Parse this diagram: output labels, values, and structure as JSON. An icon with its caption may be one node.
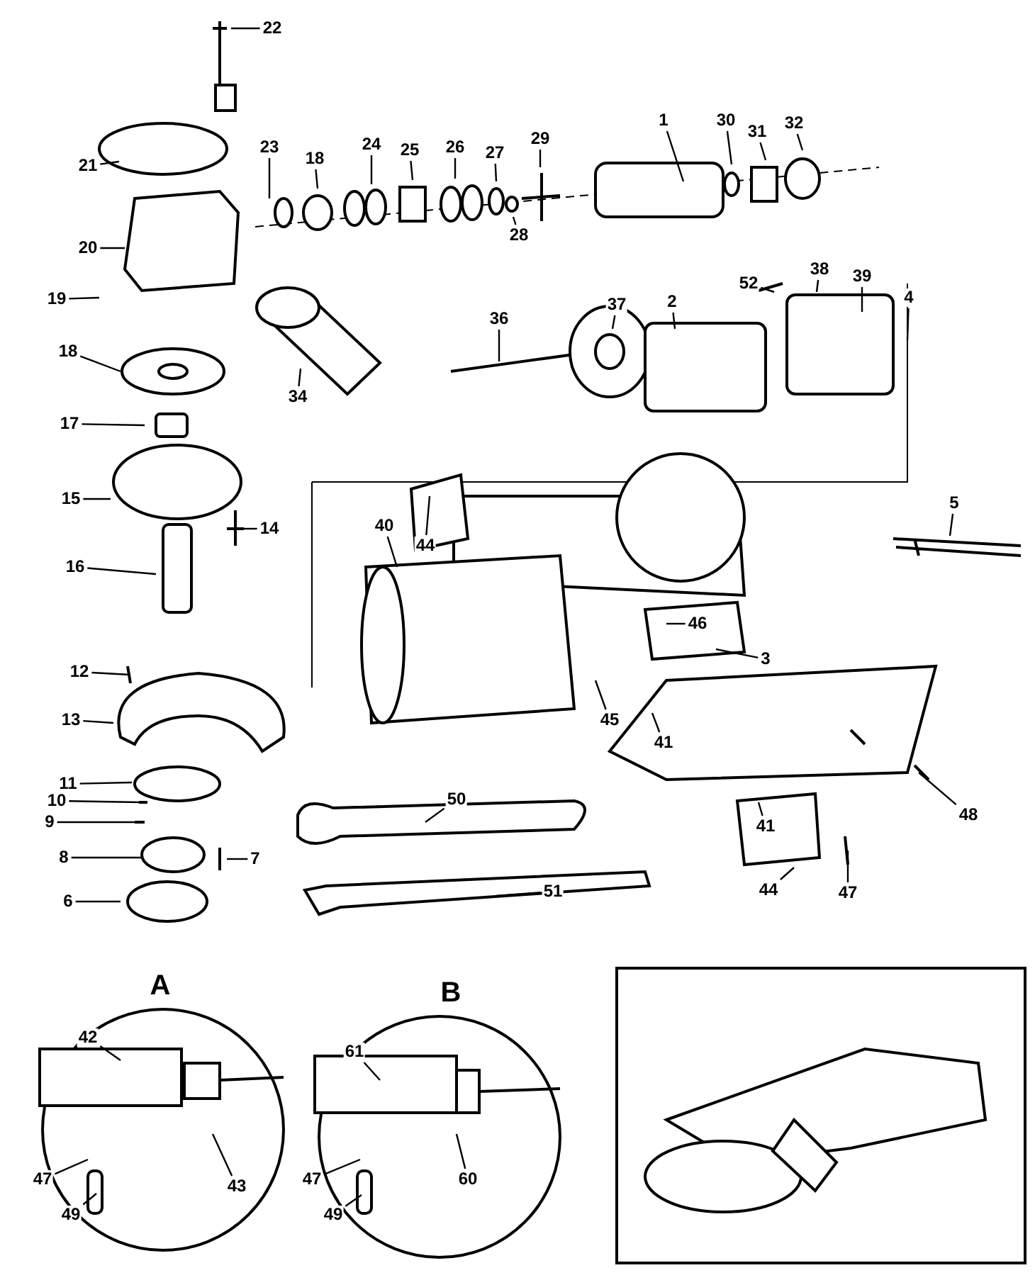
{
  "diagram": {
    "nodes": [
      {
        "text": [
          "22"
        ]
      },
      {
        "text": [
          "1"
        ]
      },
      {
        "text": [
          "32"
        ]
      },
      {
        "text": [
          "30"
        ]
      },
      {
        "text": [
          "24"
        ]
      },
      {
        "text": [
          "26"
        ]
      },
      {
        "text": [
          "29"
        ]
      },
      {
        "text": [
          "23"
        ]
      },
      {
        "text": [
          "31"
        ]
      },
      {
        "text": [
          "21"
        ]
      },
      {
        "text": [
          "27"
        ]
      },
      {
        "text": [
          "25"
        ]
      },
      {
        "text": [
          "18"
        ]
      },
      {
        "text": [
          "28"
        ]
      },
      {
        "text": [
          "20"
        ]
      },
      {
        "text": [
          "38"
        ]
      },
      {
        "text": [
          "39"
        ]
      },
      {
        "text": [
          "52"
        ]
      },
      {
        "text": [
          "19"
        ]
      },
      {
        "text": [
          "4"
        ]
      },
      {
        "text": [
          "2"
        ]
      },
      {
        "text": [
          "37"
        ]
      },
      {
        "text": [
          "36"
        ]
      },
      {
        "text": [
          "18"
        ]
      },
      {
        "text": [
          "34"
        ]
      },
      {
        "text": [
          "17"
        ]
      },
      {
        "text": [
          "15"
        ]
      },
      {
        "text": [
          "5"
        ]
      },
      {
        "text": [
          "44"
        ]
      },
      {
        "text": [
          "40"
        ]
      },
      {
        "text": [
          "14"
        ]
      },
      {
        "text": [
          "16"
        ]
      },
      {
        "text": [
          "46"
        ]
      },
      {
        "text": [
          "3"
        ]
      },
      {
        "text": [
          "12"
        ]
      },
      {
        "text": [
          "45"
        ]
      },
      {
        "text": [
          "13"
        ]
      },
      {
        "text": [
          "41"
        ]
      },
      {
        "text": [
          "11"
        ]
      },
      {
        "text": [
          "10"
        ]
      },
      {
        "text": [
          "50"
        ]
      },
      {
        "text": [
          "9"
        ]
      },
      {
        "text": [
          "48"
        ]
      },
      {
        "text": [
          "41"
        ]
      },
      {
        "text": [
          "8"
        ]
      },
      {
        "text": [
          "7"
        ]
      },
      {
        "text": [
          "44"
        ]
      },
      {
        "text": [
          "51"
        ]
      },
      {
        "text": [
          "47"
        ]
      },
      {
        "text": [
          "6"
        ]
      },
      {
        "text": [
          "42"
        ]
      },
      {
        "text": [
          "61"
        ]
      },
      {
        "text": [
          "47"
        ]
      },
      {
        "text": [
          "47"
        ]
      },
      {
        "text": [
          "43"
        ]
      },
      {
        "text": [
          "60"
        ]
      },
      {
        "text": [
          "49"
        ]
      },
      {
        "text": [
          "49"
        ]
      }
    ],
    "edges": [
      {
        "from": 0,
        "to": null,
        "arrow": "none"
      },
      {
        "from": 1,
        "to": null,
        "arrow": "none"
      },
      {
        "from": 2,
        "to": null,
        "arrow": "none"
      },
      {
        "from": 3,
        "to": null,
        "arrow": "none"
      },
      {
        "from": 4,
        "to": null,
        "arrow": "none"
      },
      {
        "from": 5,
        "to": null,
        "arrow": "none"
      },
      {
        "from": 6,
        "to": null,
        "arrow": "none"
      },
      {
        "from": 7,
        "to": null,
        "arrow": "none"
      },
      {
        "from": 8,
        "to": null,
        "arrow": "none"
      },
      {
        "from": 9,
        "to": null,
        "arrow": "none"
      },
      {
        "from": 10,
        "to": null,
        "arrow": "none"
      },
      {
        "from": 11,
        "to": null,
        "arrow": "none"
      },
      {
        "from": 12,
        "to": null,
        "arrow": "none"
      },
      {
        "from": 13,
        "to": null,
        "arrow": "none"
      },
      {
        "from": 14,
        "to": null,
        "arrow": "none"
      },
      {
        "from": 15,
        "to": null,
        "arrow": "none"
      },
      {
        "from": 16,
        "to": null,
        "arrow": "none"
      },
      {
        "from": 17,
        "to": null,
        "arrow": "none"
      },
      {
        "from": 18,
        "to": null,
        "arrow": "none"
      },
      {
        "from": 19,
        "to": null,
        "arrow": "none"
      },
      {
        "from": 20,
        "to": null,
        "arrow": "none"
      },
      {
        "from": 21,
        "to": null,
        "arrow": "none"
      },
      {
        "from": 22,
        "to": null,
        "arrow": "none"
      },
      {
        "from": 23,
        "to": null,
        "arrow": "none"
      },
      {
        "from": 24,
        "to": null,
        "arrow": "none"
      },
      {
        "from": 25,
        "to": null,
        "arrow": "none"
      },
      {
        "from": 26,
        "to": null,
        "arrow": "none"
      },
      {
        "from": 27,
        "to": null,
        "arrow": "none"
      },
      {
        "from": 28,
        "to": null,
        "arrow": "none"
      },
      {
        "from": 29,
        "to": null,
        "arrow": "none"
      },
      {
        "from": 30,
        "to": null,
        "arrow": "none"
      },
      {
        "from": 31,
        "to": null,
        "arrow": "none"
      },
      {
        "from": 32,
        "to": null,
        "arrow": "none"
      },
      {
        "from": 33,
        "to": null,
        "arrow": "none"
      },
      {
        "from": 34,
        "to": null,
        "arrow": "none"
      },
      {
        "from": 35,
        "to": null,
        "arrow": "none"
      },
      {
        "from": 36,
        "to": null,
        "arrow": "none"
      },
      {
        "from": 37,
        "to": null,
        "arrow": "none"
      },
      {
        "from": 38,
        "to": null,
        "arrow": "none"
      },
      {
        "from": 39,
        "to": null,
        "arrow": "none"
      },
      {
        "from": 40,
        "to": null,
        "arrow": "none"
      },
      {
        "from": 41,
        "to": null,
        "arrow": "none"
      },
      {
        "from": 42,
        "to": null,
        "arrow": "none"
      },
      {
        "from": 43,
        "to": null,
        "arrow": "none"
      },
      {
        "from": 44,
        "to": null,
        "arrow": "none"
      },
      {
        "from": 45,
        "to": null,
        "arrow": "none"
      },
      {
        "from": 46,
        "to": null,
        "arrow": "none"
      },
      {
        "from": 47,
        "to": null,
        "arrow": "none"
      },
      {
        "from": 48,
        "to": null,
        "arrow": "none"
      },
      {
        "from": 49,
        "to": null,
        "arrow": "none"
      },
      {
        "from": 50,
        "to": null,
        "arrow": "none"
      },
      {
        "from": 51,
        "to": null,
        "arrow": "none"
      },
      {
        "from": 52,
        "to": null,
        "arrow": "none"
      },
      {
        "from": 53,
        "to": null,
        "arrow": "none"
      },
      {
        "from": 54,
        "to": null,
        "arrow": "none"
      },
      {
        "from": 55,
        "to": null,
        "arrow": "none"
      },
      {
        "from": 56,
        "to": null,
        "arrow": "none"
      },
      {
        "from": 57,
        "to": null,
        "arrow": "none"
      }
    ],
    "labels": [
      "A",
      "B"
    ]
  }
}
